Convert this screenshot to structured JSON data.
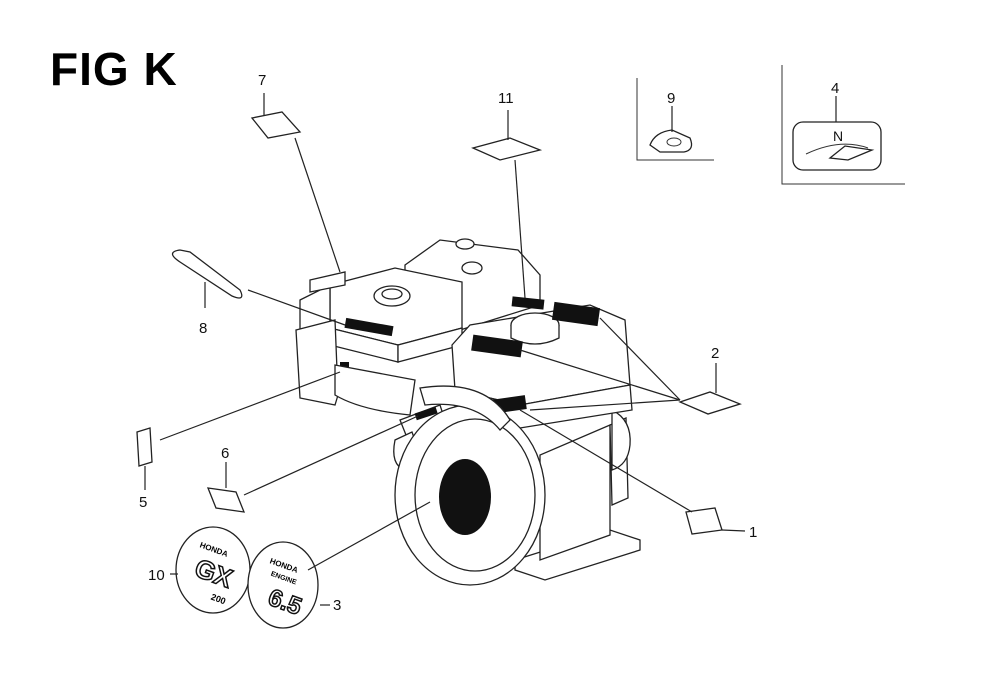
{
  "figure": {
    "title": "FIG K"
  },
  "callouts": {
    "c1": "1",
    "c2": "2",
    "c3": "3",
    "c4": "4",
    "c5": "5",
    "c6": "6",
    "c7": "7",
    "c8": "8",
    "c9": "9",
    "c10": "10",
    "c11": "11"
  },
  "emblems": {
    "left_brand": "HONDA",
    "left_model": "GX",
    "left_size": "200",
    "right_brand": "HONDA",
    "right_sub": "ENGINE",
    "right_value": "6.5"
  },
  "inset": {
    "switch_mark": "N"
  }
}
